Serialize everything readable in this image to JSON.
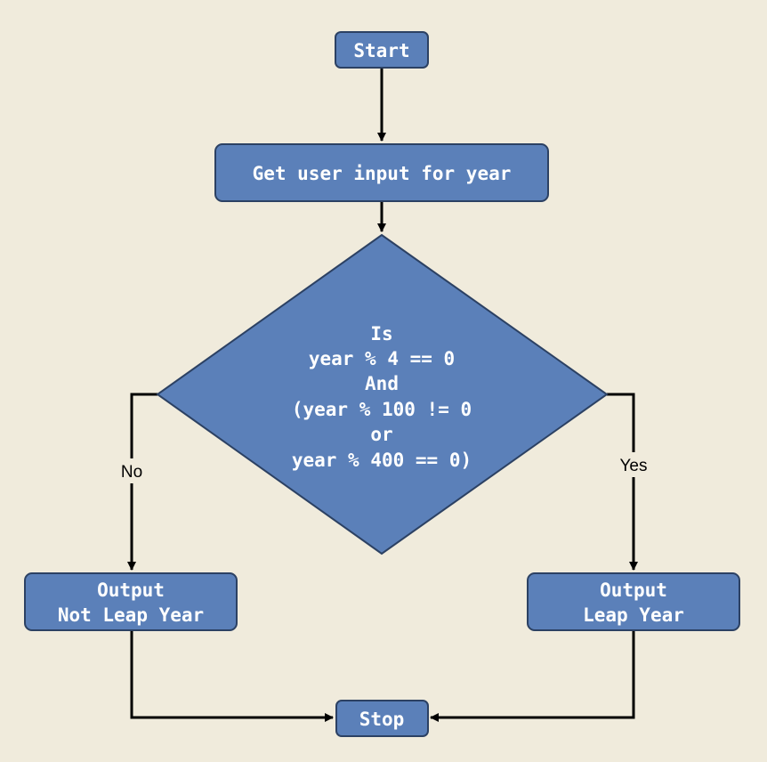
{
  "colors": {
    "background": "#f0ebdc",
    "node_fill": "#5b80b9",
    "node_border": "#2c4163",
    "node_text": "#ffffff",
    "edge": "#000000",
    "label": "#000000"
  },
  "nodes": {
    "start": {
      "lines": [
        "Start"
      ]
    },
    "input": {
      "lines": [
        "Get user input for year"
      ]
    },
    "decision": {
      "lines": [
        "Is",
        "year % 4 == 0",
        "And",
        "(year % 100 != 0",
        "or",
        "year % 400 == 0)"
      ]
    },
    "not_leap": {
      "lines": [
        "Output",
        "Not Leap Year"
      ]
    },
    "leap": {
      "lines": [
        "Output",
        "Leap Year"
      ]
    },
    "stop": {
      "lines": [
        "Stop"
      ]
    }
  },
  "edges": {
    "no_label": "No",
    "yes_label": "Yes"
  }
}
